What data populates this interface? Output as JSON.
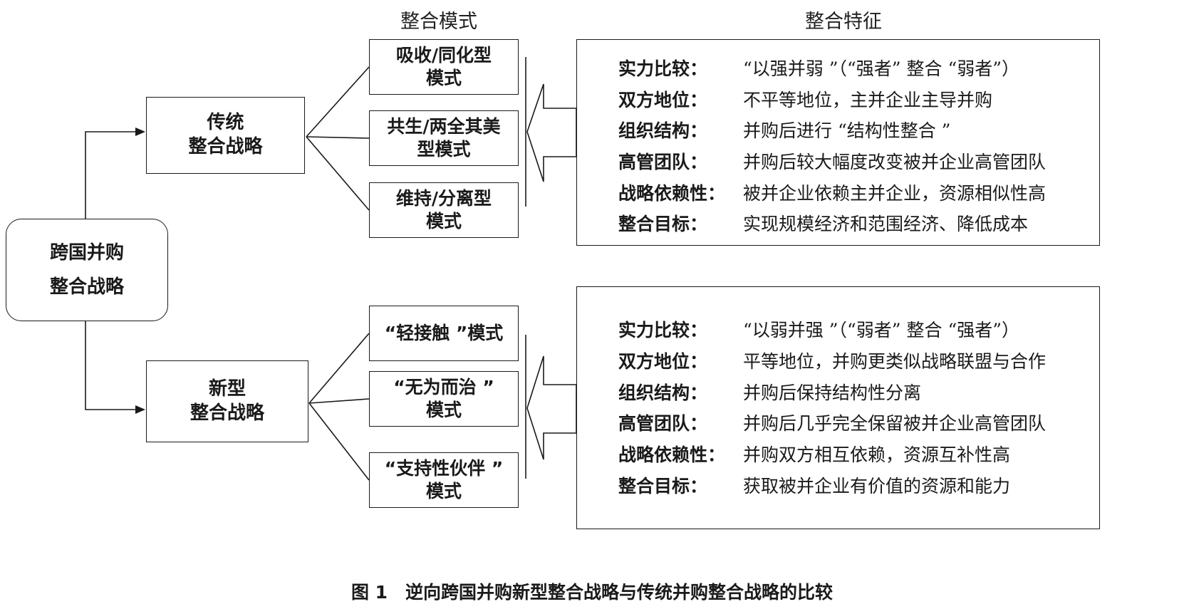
{
  "headers": {
    "modes": "整合模式",
    "features": "整合特征"
  },
  "root": {
    "lines": [
      "跨国并购",
      "整合战略"
    ]
  },
  "traditional": {
    "title_lines": [
      "传统",
      "整合战略"
    ],
    "modes": [
      {
        "lines": [
          "吸收/同化型",
          "模式"
        ]
      },
      {
        "lines": [
          "共生/两全其美",
          "型模式"
        ]
      },
      {
        "lines": [
          "维持/分离型",
          "模式"
        ]
      }
    ],
    "features": [
      {
        "label": "实力比较：",
        "value": "“以强并弱 ”（“强者” 整合 “弱者”）"
      },
      {
        "label": "双方地位：",
        "value": "不平等地位，主并企业主导并购"
      },
      {
        "label": "组织结构：",
        "value": "并购后进行 “结构性整合 ”"
      },
      {
        "label": "高管团队：",
        "value": "并购后较大幅度改变被并企业高管团队"
      },
      {
        "label": "战略依赖性：",
        "value": "被并企业依赖主并企业，资源相似性高"
      },
      {
        "label": "整合目标：",
        "value": "实现规模经济和范围经济、降低成本"
      }
    ]
  },
  "new": {
    "title_lines": [
      "新型",
      "整合战略"
    ],
    "modes": [
      {
        "lines": [
          "“轻接触 ”模式"
        ]
      },
      {
        "lines": [
          "“无为而治 ”",
          "模式"
        ]
      },
      {
        "lines": [
          "“支持性伙伴 ”",
          "模式"
        ]
      }
    ],
    "features": [
      {
        "label": "实力比较：",
        "value": "“以弱并强 ”（“弱者” 整合 “强者”）"
      },
      {
        "label": "双方地位：",
        "value": "平等地位，并购更类似战略联盟与合作"
      },
      {
        "label": "组织结构：",
        "value": "并购后保持结构性分离"
      },
      {
        "label": "高管团队：",
        "value": "并购后几乎完全保留被并企业高管团队"
      },
      {
        "label": "战略依赖性：",
        "value": "并购双方相互依赖，资源互补性高"
      },
      {
        "label": "整合目标：",
        "value": "获取被并企业有价值的资源和能力"
      }
    ]
  },
  "caption": "图 1　逆向跨国并购新型整合战略与传统并购整合战略的比较"
}
